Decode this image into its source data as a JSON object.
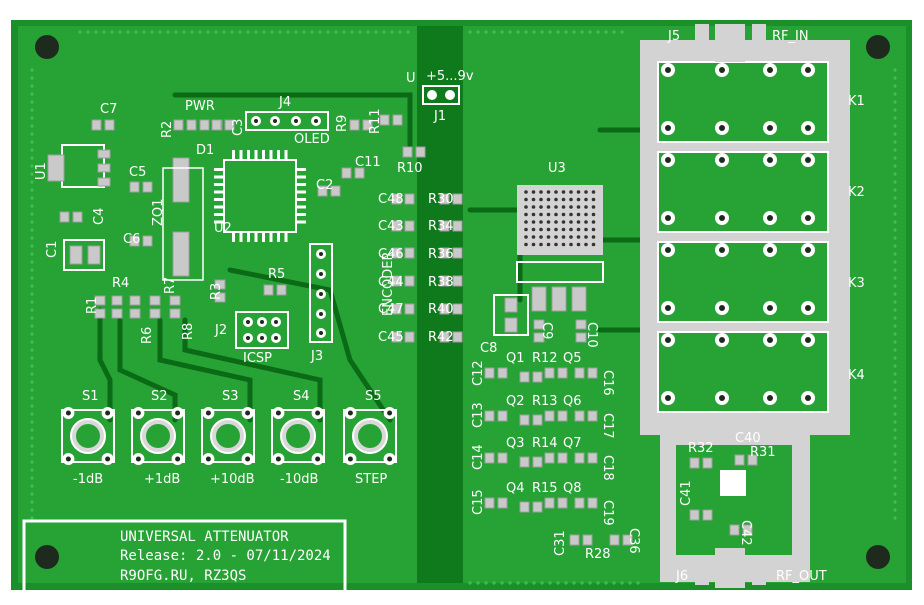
{
  "board": {
    "colors": {
      "background": "#ffffff",
      "board": "#1b8f2a",
      "copper_fill": "#27a336",
      "trace": "#0a6a16",
      "silkscreen": "#ffffff",
      "pad": "#c9c9c9",
      "hole": "#1e2a1e"
    }
  },
  "labels": {
    "c7": "C7",
    "pwr": "PWR",
    "j4": "J4",
    "r2": "R2",
    "d1": "D1",
    "c3": "C3",
    "oled": "OLED",
    "r9": "R9",
    "r11": "R11",
    "r10": "R10",
    "u": "U",
    "vin": "+5...9v",
    "j1": "J1",
    "j5": "J5",
    "rf_in": "RF_IN",
    "k1": "K1",
    "k2": "K2",
    "k3": "K3",
    "k4": "K4",
    "u1": "U1",
    "c5": "C5",
    "c4": "C4",
    "c1": "C1",
    "c6": "C6",
    "zq1": "ZQ1",
    "u2": "U2",
    "c11": "C11",
    "c2": "C2",
    "c48": "C48",
    "r30": "R30",
    "c43": "C43",
    "r34": "R34",
    "c46": "C46",
    "r36": "R36",
    "c44": "C44",
    "r38": "R38",
    "c47": "C47",
    "r40": "R40",
    "c45": "C45",
    "r42": "R42",
    "u3": "U3",
    "r5": "R5",
    "r3": "R3",
    "r4": "R4",
    "r7": "R7",
    "r1": "R1",
    "r6": "R6",
    "r8": "R8",
    "j2": "J2",
    "icsp": "ICSP",
    "j3": "J3",
    "encoder": "ENCODER",
    "c8": "C8",
    "c9": "C9",
    "c10": "C10",
    "q1": "Q1",
    "r12": "R12",
    "q5": "Q5",
    "c12": "C12",
    "c16": "C16",
    "q2": "Q2",
    "r13": "R13",
    "q6": "Q6",
    "c13": "C13",
    "c17": "C17",
    "q3": "Q3",
    "r14": "R14",
    "q7": "Q7",
    "c14": "C14",
    "c18": "C18",
    "q4": "Q4",
    "r15": "R15",
    "q8": "Q8",
    "c15": "C15",
    "c19": "C19",
    "c31": "C31",
    "r28": "R28",
    "c36": "C36",
    "r32": "R32",
    "c40": "C40",
    "r31": "R31",
    "c41": "C41",
    "c42": "C42",
    "j6": "J6",
    "rf_out": "RF_OUT",
    "s1": "S1",
    "s2": "S2",
    "s3": "S3",
    "s4": "S4",
    "s5": "S5",
    "b_m1db": "-1dB",
    "b_p1db": "+1dB",
    "b_p10db": "+10dB",
    "b_m10db": "-10dB",
    "b_step": "STEP"
  },
  "title_block": {
    "line1": "UNIVERSAL  ATTENUATOR",
    "line2": "Release: 2.0 - 07/11/2024",
    "line3": "R9OFG.RU, RZ3QS"
  }
}
